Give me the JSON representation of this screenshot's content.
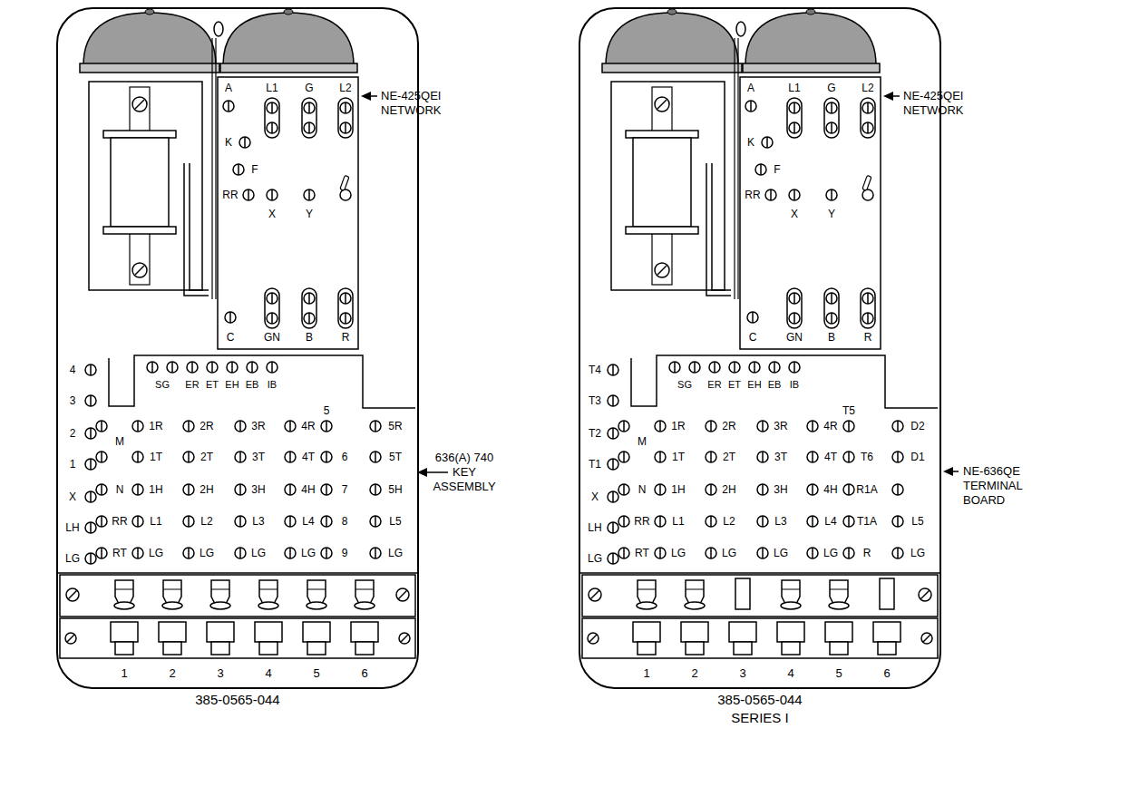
{
  "diagram": {
    "nodes": [
      {
        "text": [
          "385-0565-044"
        ]
      },
      {
        "text": [
          "385-0565-044 SERIES I"
        ]
      }
    ],
    "labels": [
      "A",
      "L1",
      "G",
      "L2",
      "K",
      "F",
      "RR",
      "X",
      "Y",
      "C",
      "GN",
      "B",
      "R",
      "NE-425QEI NETWORK",
      "4",
      "3",
      "2",
      "1",
      "X",
      "LH",
      "LG",
      "SG",
      "ER",
      "ET",
      "EH",
      "EB",
      "IB",
      "M",
      "1R",
      "2R",
      "3R",
      "4R",
      "5",
      "5R",
      "1T",
      "2T",
      "3T",
      "4T",
      "6",
      "5T",
      "N",
      "1H",
      "2H",
      "3H",
      "4H",
      "7",
      "5H",
      "RR",
      "L1",
      "L2",
      "L3",
      "L4",
      "8",
      "L5",
      "RT",
      "LG",
      "LG",
      "LG",
      "LG",
      "9",
      "LG",
      "636(A) 740 KEY ASSEMBLY",
      "1",
      "2",
      "3",
      "4",
      "5",
      "6",
      "A",
      "L1",
      "G",
      "L2",
      "K",
      "F",
      "RR",
      "X",
      "Y",
      "C",
      "GN",
      "B",
      "R",
      "NE-425QEI NETWORK",
      "T4",
      "T3",
      "T2",
      "T1",
      "X",
      "LH",
      "LG",
      "SG",
      "ER",
      "ET",
      "EH",
      "EB",
      "IB",
      "M",
      "1R",
      "2R",
      "3R",
      "4R",
      "T5",
      "D2",
      "1T",
      "2T",
      "3T",
      "4T",
      "T6",
      "D1",
      "N",
      "1H",
      "2H",
      "3H",
      "4H",
      "R1A",
      "RR",
      "L1",
      "L2",
      "L3",
      "L4",
      "T1A",
      "L5",
      "RT",
      "LG",
      "LG",
      "LG",
      "LG",
      "R",
      "LG",
      "NE-636QE TERMINAL BOARD",
      "1",
      "2",
      "3",
      "4",
      "5",
      "6"
    ]
  }
}
